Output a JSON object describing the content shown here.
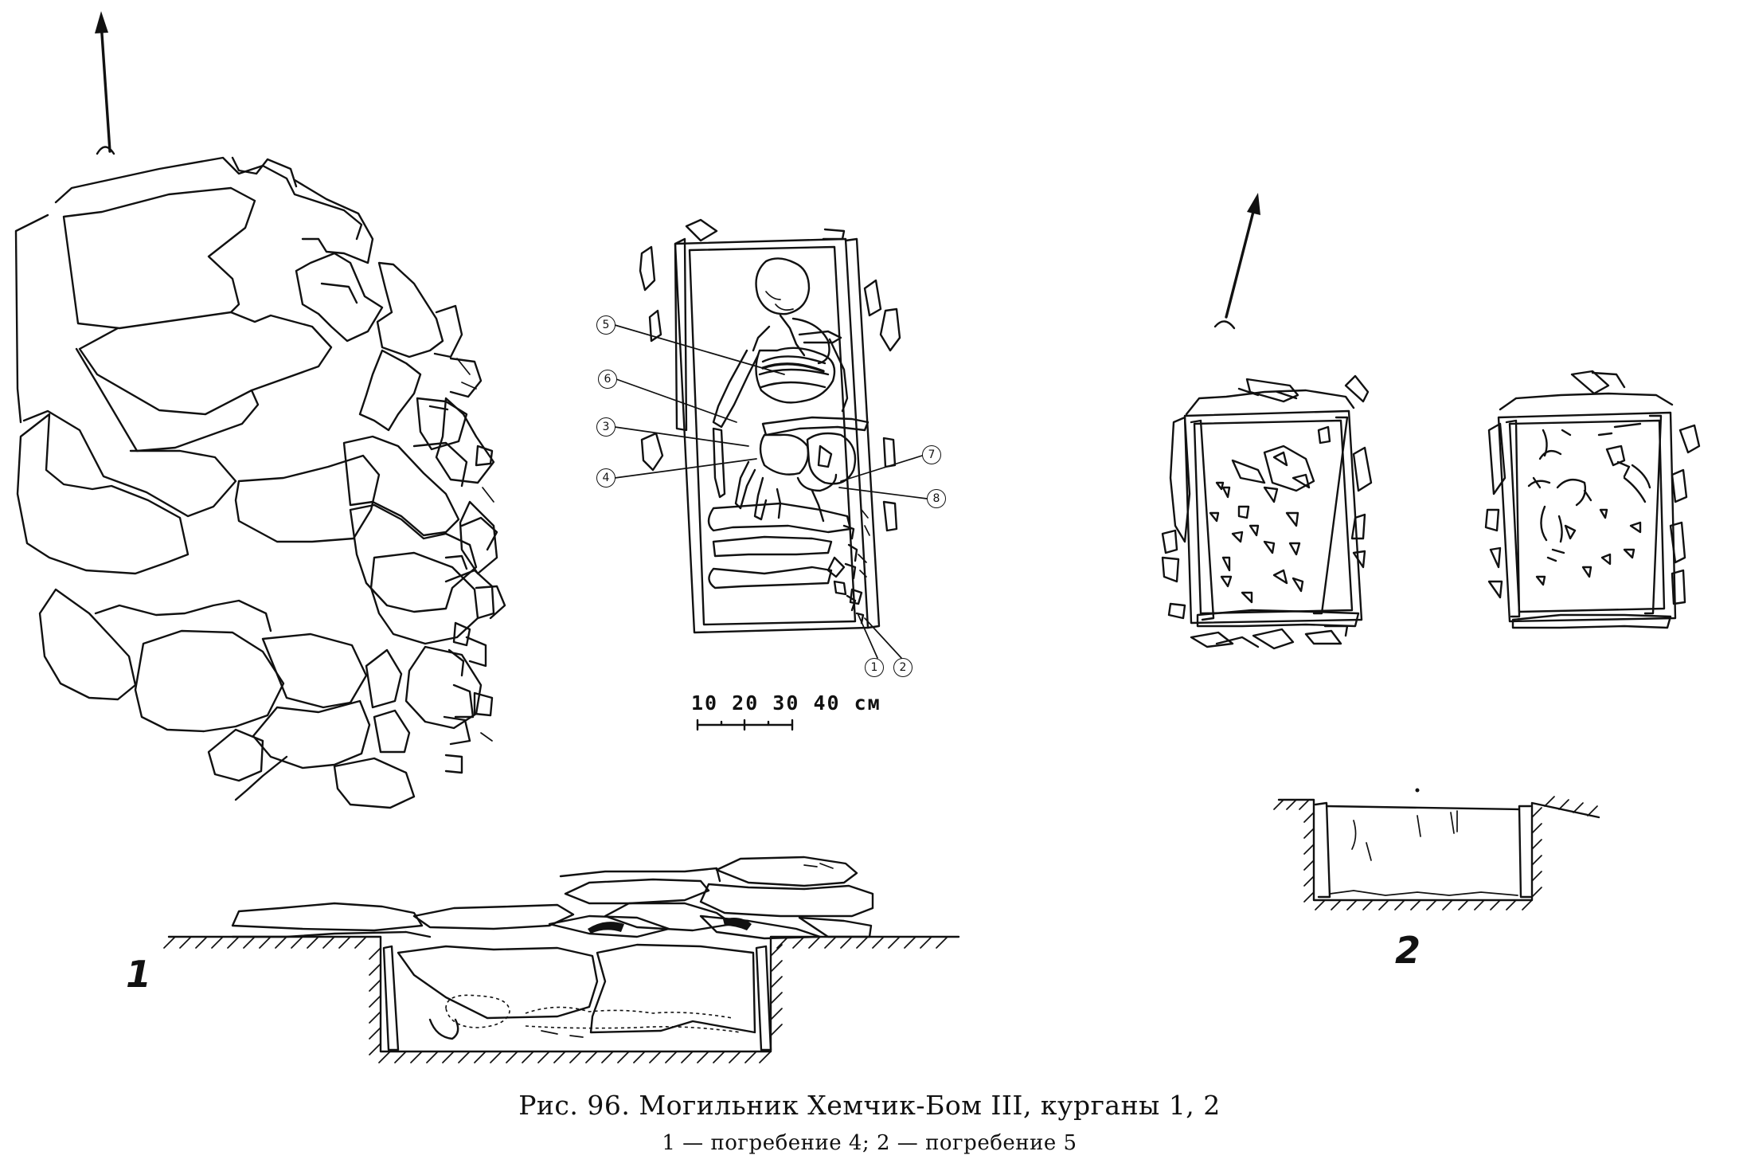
{
  "figure": {
    "caption": "Рис. 96. Могильник Хемчик-Бом III, курганы 1, 2",
    "subcaption": "1 — погребение 4; 2 — погребение 5"
  },
  "panels": [
    {
      "id": "1",
      "label": "1"
    },
    {
      "id": "2",
      "label": "2"
    }
  ],
  "scale_bar": {
    "label": "10 20 30 40 см"
  },
  "callouts": [
    "1",
    "2",
    "3",
    "4",
    "5",
    "6",
    "7",
    "8"
  ]
}
